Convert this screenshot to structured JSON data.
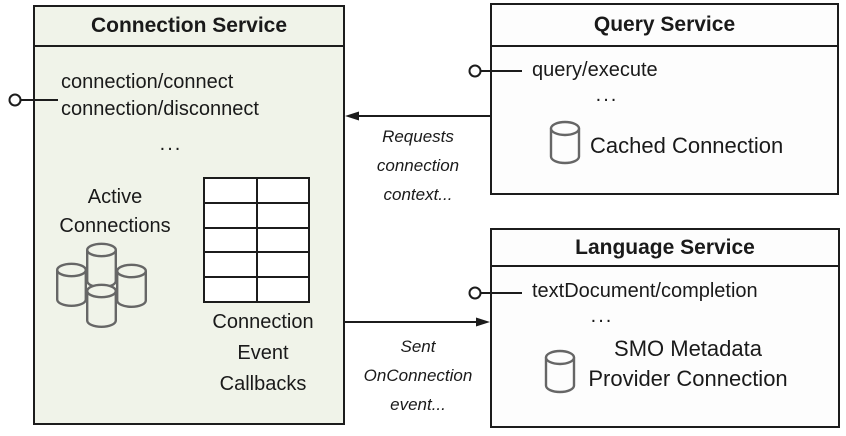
{
  "connection_service": {
    "title": "Connection Service",
    "method1": "connection/connect",
    "method2": "connection/disconnect",
    "dots": "...",
    "active_line1": "Active",
    "active_line2": "Connections",
    "callbacks_line1": "Connection",
    "callbacks_line2": "Event",
    "callbacks_line3": "Callbacks"
  },
  "query_service": {
    "title": "Query Service",
    "method1": "query/execute",
    "dots": "...",
    "cache_label": "Cached Connection"
  },
  "language_service": {
    "title": "Language Service",
    "method1": "textDocument/completion",
    "dots": "...",
    "smo_line1": "SMO Metadata",
    "smo_line2": "Provider Connection"
  },
  "arrows": {
    "requests_line1": "Requests",
    "requests_line2": "connection",
    "requests_line3": "context...",
    "sent_line1": "Sent",
    "sent_line2": "OnConnection",
    "sent_line3": "event..."
  },
  "colors": {
    "connection_box_fill": "#f0f3e9",
    "service_box_fill": "#fdfdfd",
    "line": "#1c1c1c",
    "cylinder_stroke": "#666666",
    "text": "#1a1a1a",
    "background": "#ffffff"
  }
}
